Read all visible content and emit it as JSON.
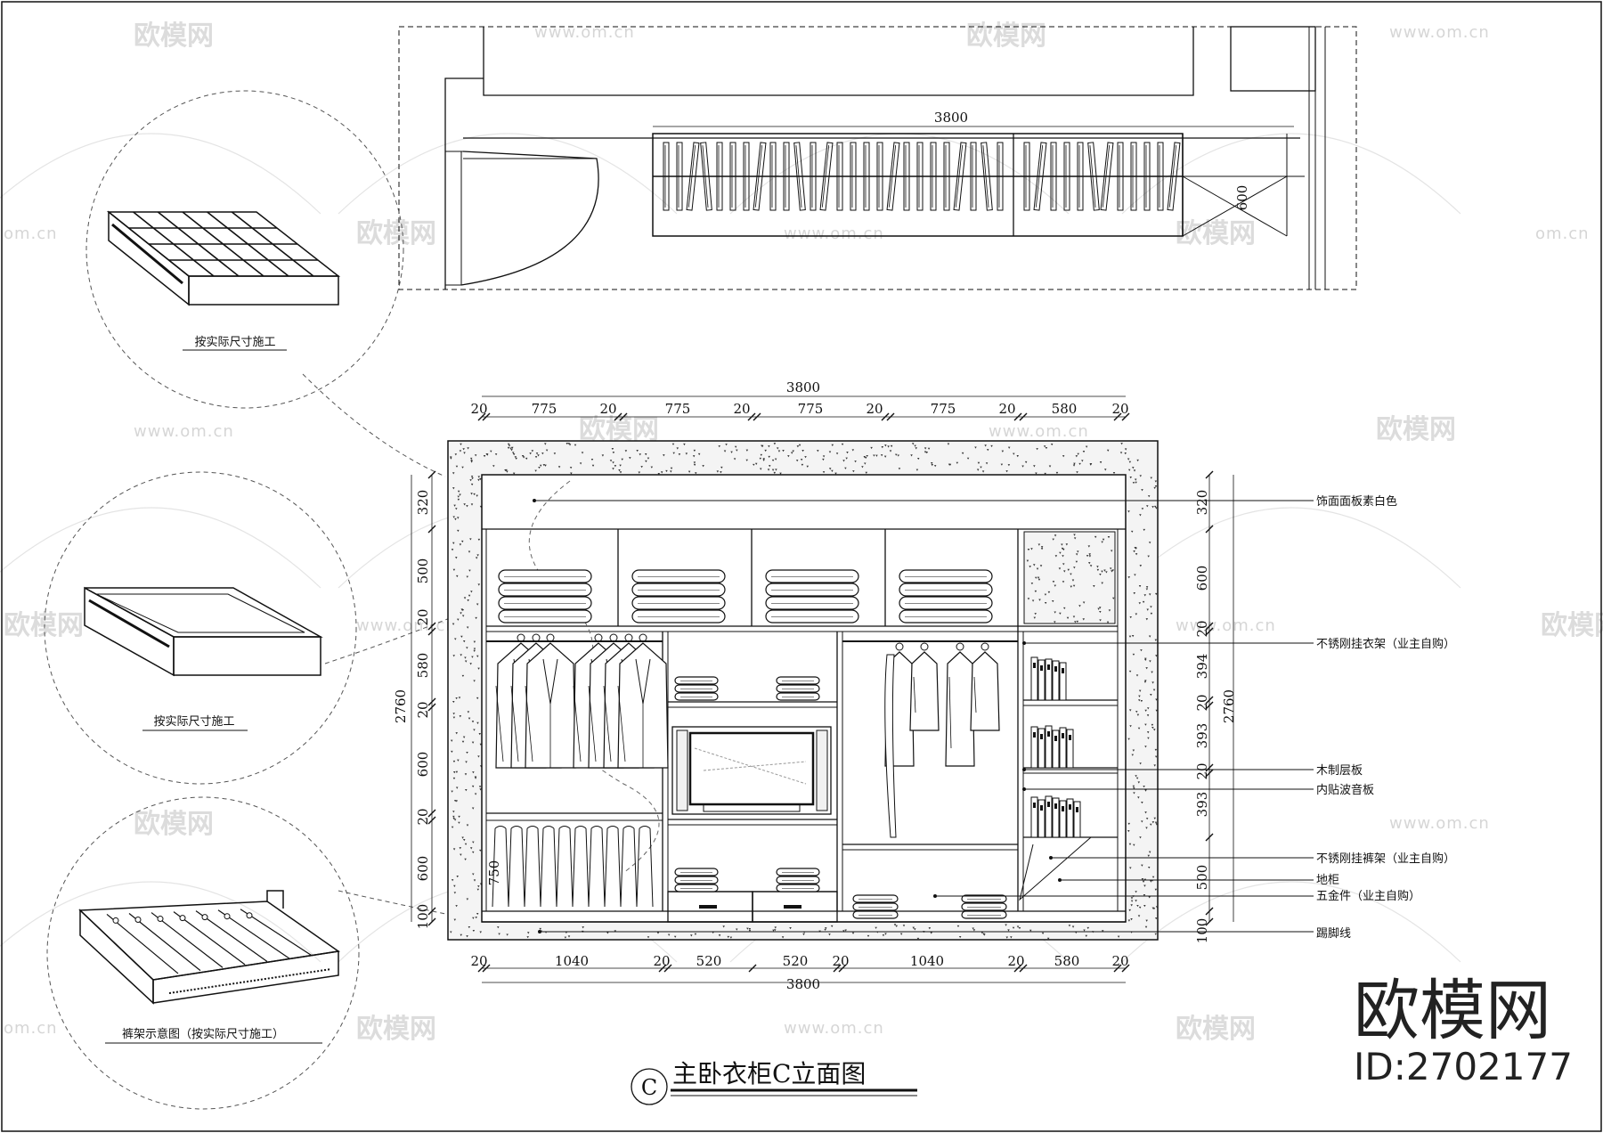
{
  "watermarks": {
    "url": "www.om.cn",
    "short": "om.cn",
    "brand": "欧模网"
  },
  "plan": {
    "width_dim": "3800",
    "depth_dim": "600"
  },
  "elevation": {
    "title": "主卧衣柜C立面图",
    "marker": "C",
    "overall_width": "3800",
    "overall_height": "2760",
    "top_dims": [
      "20",
      "775",
      "20",
      "775",
      "20",
      "775",
      "20",
      "775",
      "20",
      "580",
      "20"
    ],
    "bottom_dims": [
      "20",
      "1040",
      "20",
      "520",
      "520",
      "20",
      "1040",
      "20",
      "580",
      "20"
    ],
    "left_dims": [
      "320",
      "500",
      "20",
      "580",
      "20",
      "600",
      "20",
      "600",
      "750",
      "100"
    ],
    "right_dims": [
      "320",
      "600",
      "20",
      "394",
      "20",
      "393",
      "20",
      "393",
      "500",
      "100"
    ],
    "notes": [
      "饰面面板素白色",
      "不锈刚挂衣架（业主自购）",
      "木制层板",
      "内贴波音板",
      "不锈刚挂裤架（业主自购）",
      "地柜",
      "五金件（业主自购）",
      "踢脚线"
    ]
  },
  "details": [
    {
      "label": "按实际尺寸施工"
    },
    {
      "label": "按实际尺寸施工"
    },
    {
      "label": "裤架示意图（按实际尺寸施工）"
    }
  ],
  "brand_logo": "欧模网",
  "model_id": "ID:2702177"
}
